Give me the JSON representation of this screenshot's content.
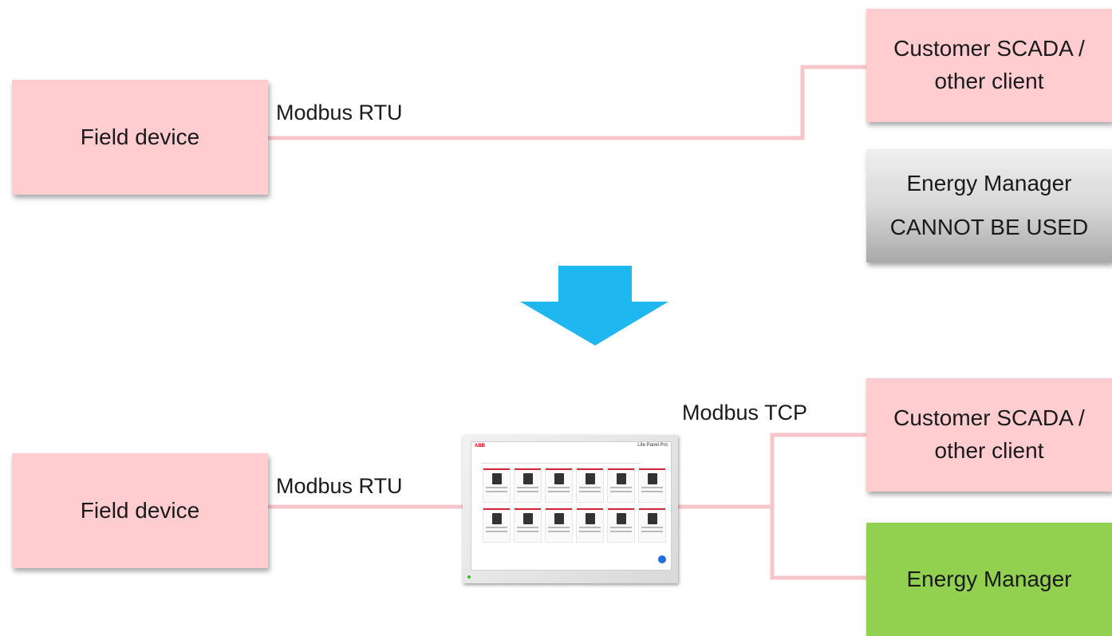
{
  "top": {
    "field_device": "Field device",
    "link_label": "Modbus RTU",
    "scada": [
      "Customer SCADA /",
      "other client"
    ],
    "energy_manager": "Energy Manager",
    "energy_manager_status": "CANNOT BE USED"
  },
  "bottom": {
    "field_device": "Field device",
    "rtu_label": "Modbus RTU",
    "tcp_label": "Modbus TCP",
    "scada": [
      "Customer SCADA /",
      "other client"
    ],
    "energy_manager": "Energy Manager",
    "panel": {
      "brand": "ABB",
      "product": "Lite Panel Pro"
    }
  },
  "colors": {
    "box_pink": "#ffcdd0",
    "line_pink": "#f7c6cb",
    "arrow_blue": "#1fb7ef",
    "box_green": "#92d050",
    "box_gray": "#d8d8d8"
  }
}
